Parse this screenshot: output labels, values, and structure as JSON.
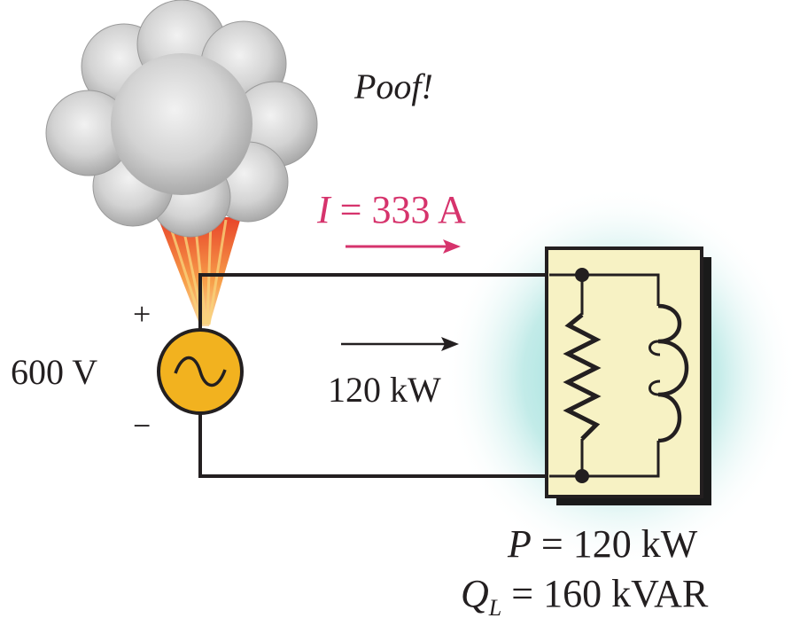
{
  "poof": "Poof!",
  "current": {
    "symbol": "I",
    "eq": " = ",
    "value": "333 A"
  },
  "source": {
    "plus": "+",
    "minus": "−",
    "voltage": "600 V"
  },
  "power_flow": "120 kW",
  "load": {
    "p_symbol": "P",
    "p_eq": " = 120 kW",
    "q_symbol": "Q",
    "q_sub": "L",
    "q_eq": " = 160 kVAR"
  },
  "colors": {
    "wire": "#231f20",
    "current_accent": "#d6336c",
    "source_fill": "#f2b21f",
    "load_box": "#f7f2c4",
    "glow": "#7fd6d2",
    "smoke": "#cfcfcf",
    "flame": "#f4642a"
  },
  "icons": {
    "source_symbol": "sine-wave-icon",
    "resistor": "resistor-icon",
    "inductor": "inductor-coil-icon"
  }
}
